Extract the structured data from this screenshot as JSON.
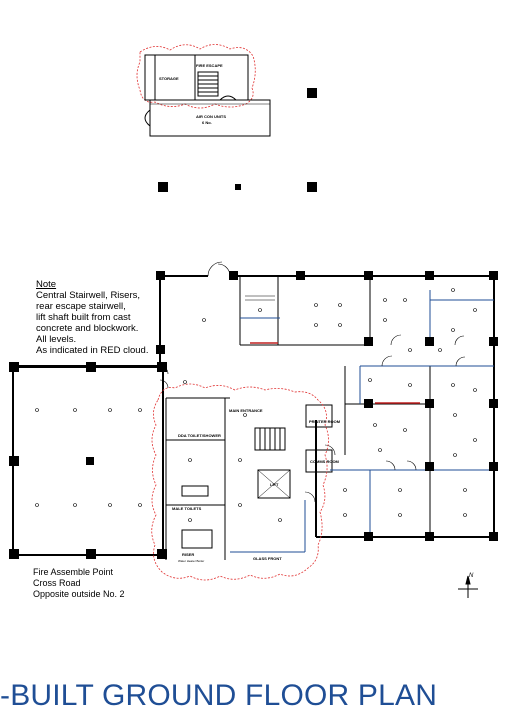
{
  "labels": {
    "storage": "STORAGE",
    "fire_escape": "FIRE ESCAPE",
    "air_con": "AIR CON UNITS",
    "air_con_count": "6 No.",
    "main_entrance": "MAIN ENTRANCE",
    "dda": "DDA TOILET/SHOWER",
    "printer": "PRINTER ROOM",
    "comms": "COMMS ROOM",
    "lift": "LIFT",
    "male_toilets": "MALE TOILETS",
    "riser": "RISER",
    "riser_note": "Water Heater Boiler",
    "glass_front": "GLASS FRONT"
  },
  "note": {
    "title": "Note",
    "lines": [
      "Central Stairwell, Risers,",
      "rear escape stairwell,",
      "lift shaft built from cast",
      "concrete and blockwork.",
      "All levels.",
      "As indicated in RED cloud."
    ]
  },
  "assembly": {
    "lines": [
      "Fire Assemble Point",
      "Cross Road",
      "Opposite outside No. 2"
    ]
  },
  "title": "-BUILT GROUND FLOOR PLAN",
  "north": "N",
  "colors": {
    "wall": "#000000",
    "cloud": "#e03030",
    "partition": "#1f4e95",
    "title": "#1f4e95"
  }
}
